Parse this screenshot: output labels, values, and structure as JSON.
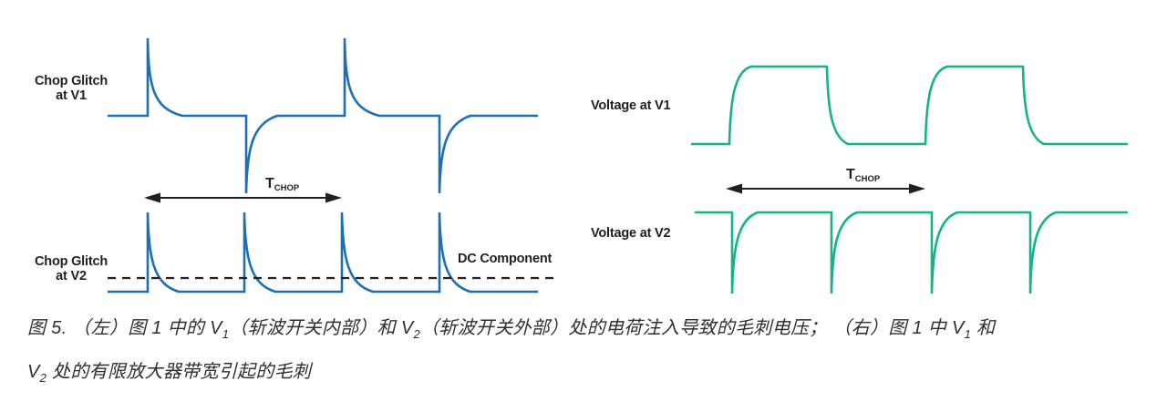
{
  "colors": {
    "waveform_blue": "#1a6fb5",
    "waveform_green": "#16b289",
    "arrow": "#231f20",
    "dash": "#231f20",
    "label_text": "#231f20",
    "caption_text": "#2e2e2e"
  },
  "left_panel": {
    "v1_label": {
      "line1": "Chop Glitch",
      "line2": "at V1"
    },
    "v2_label": {
      "line1": "Chop Glitch",
      "line2": "at V2"
    },
    "dc_label": "DC Component",
    "tchop": {
      "main": "T",
      "sub": "CHOP"
    }
  },
  "right_panel": {
    "v1_label": "Voltage at V1",
    "v2_label": "Voltage at V2",
    "tchop": {
      "main": "T",
      "sub": "CHOP"
    }
  },
  "caption": {
    "line1": {
      "s1": "图 5. （左）图 1 中的 V",
      "sub1": "1",
      "s2": "（斩波开关内部）和 V",
      "sub2": "2",
      "s3": "（斩波开关外部）处的电荷注入导致的毛刺电压； （右）图 1 中 V",
      "sub3": "1",
      "s4": " 和"
    },
    "line2": {
      "s1": "V",
      "sub1": "2",
      "s2": " 处的有限放大器带宽引起的毛刺"
    }
  }
}
